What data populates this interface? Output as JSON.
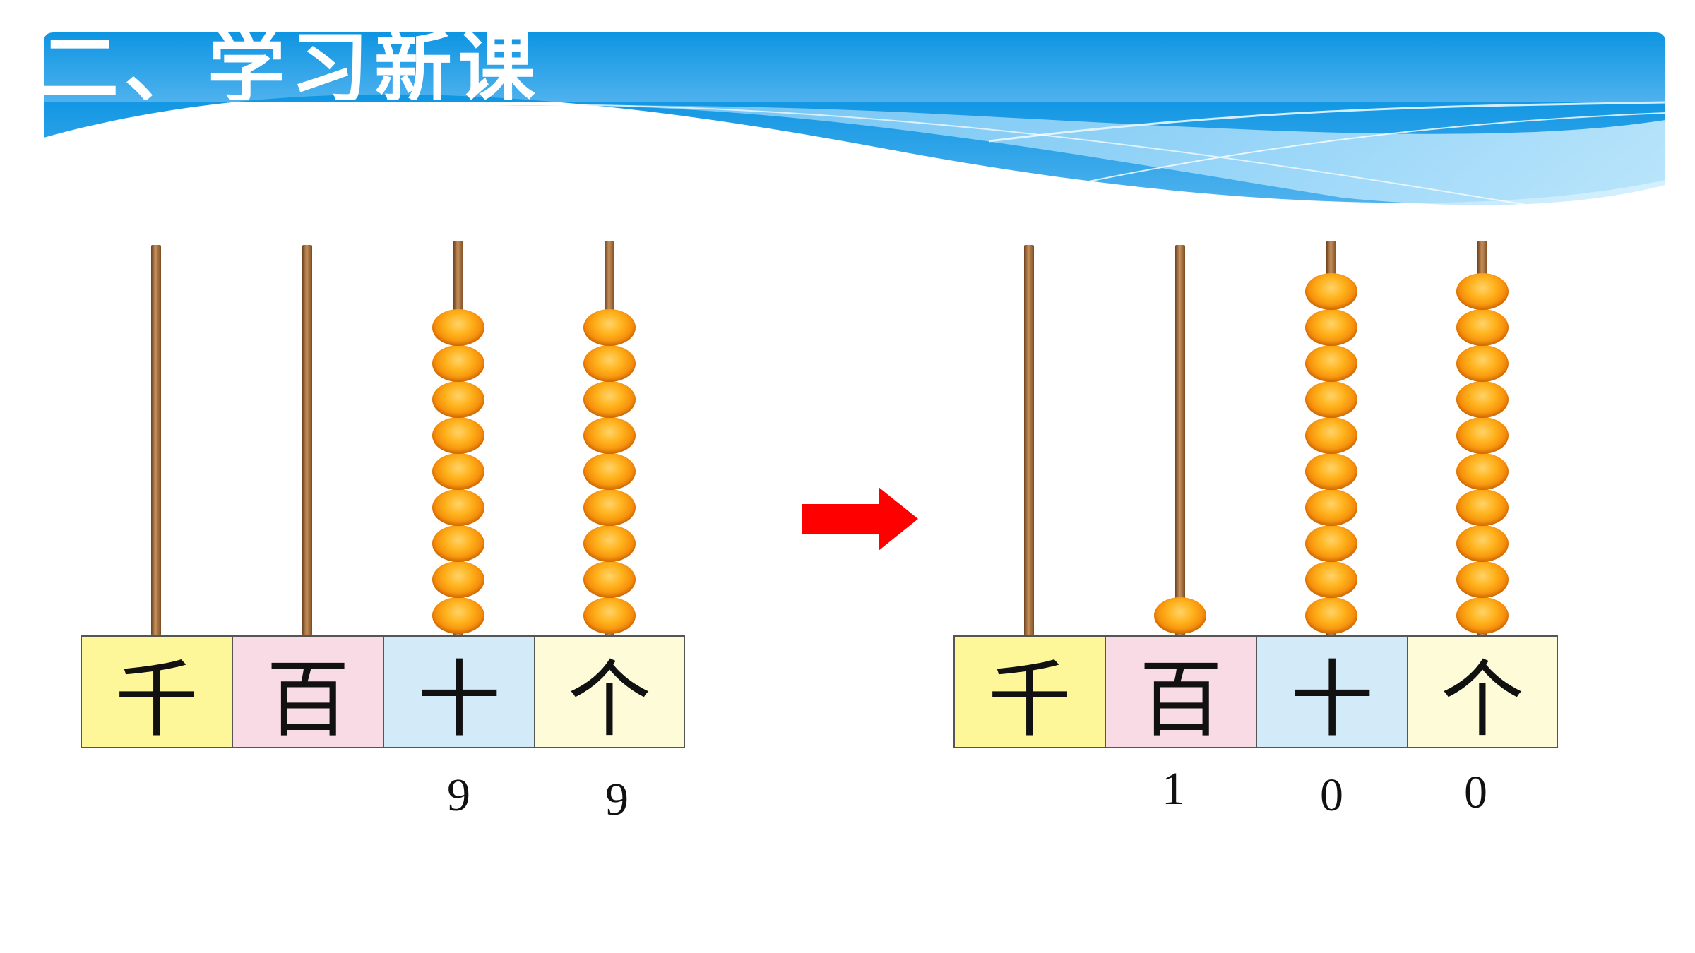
{
  "title": "二、学习新课",
  "colors": {
    "banner_top": "#0e95e2",
    "banner_mid": "#59b6f0",
    "wave_light": "#8fd0f7",
    "bead": "#f58a05",
    "rod": "#a06a36",
    "arrow": "#ff0000",
    "place_colors": [
      "#fdf79a",
      "#f9dbe6",
      "#d3eaf8",
      "#fefbd8"
    ]
  },
  "abaci": [
    {
      "place_labels": [
        "千",
        "百",
        "十",
        "个"
      ],
      "bead_counts": [
        0,
        0,
        9,
        9
      ],
      "digits": [
        "",
        "",
        "9",
        "9"
      ]
    },
    {
      "place_labels": [
        "千",
        "百",
        "十",
        "个"
      ],
      "bead_counts": [
        0,
        1,
        10,
        10
      ],
      "digits": [
        "",
        "1",
        "0",
        "0"
      ]
    }
  ],
  "arrow_icon": "right-arrow-icon"
}
